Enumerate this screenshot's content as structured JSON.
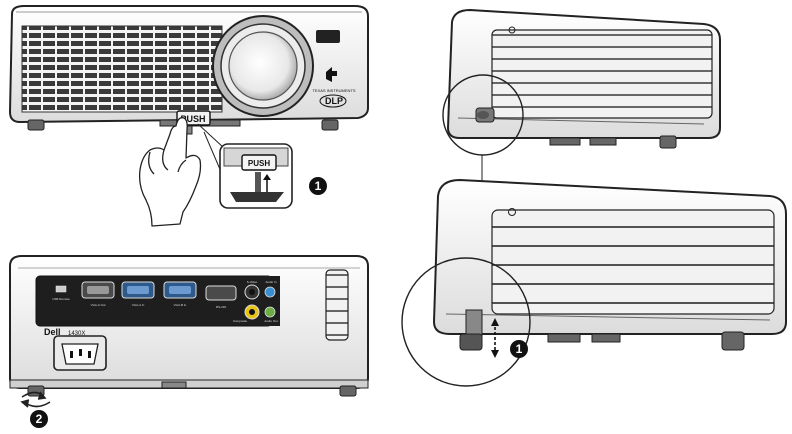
{
  "front_view": {
    "push_label": "PUSH",
    "push_label_zoom": "PUSH",
    "dlp_logo_text": "DLP",
    "texas_instruments_text": "TEXAS INSTRUMENTS"
  },
  "rear_view": {
    "port_labels": [
      "USB Remote",
      "VGA-A Out",
      "VGA-A In",
      "VGA-B In",
      "RS-232",
      "S-Video",
      "Composite",
      "Audio In",
      "Audio Out"
    ],
    "brand_text": "Dell",
    "model_text": "1430X"
  },
  "callouts": {
    "step_1": "1",
    "step_2": "2",
    "step_1_right": "1"
  }
}
